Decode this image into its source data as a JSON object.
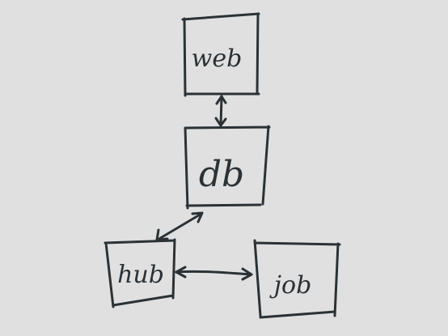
{
  "diagram": {
    "nodes": [
      {
        "id": "web",
        "label": "web"
      },
      {
        "id": "db",
        "label": "db"
      },
      {
        "id": "hub",
        "label": "hub"
      },
      {
        "id": "job",
        "label": "job"
      }
    ],
    "edges": [
      {
        "from": "web",
        "to": "db",
        "direction": "bidirectional"
      },
      {
        "from": "db",
        "to": "hub",
        "direction": "bidirectional"
      },
      {
        "from": "hub",
        "to": "job",
        "direction": "bidirectional"
      }
    ],
    "colors": {
      "background": "#e0e0e0",
      "ink": "#2b3236"
    }
  }
}
